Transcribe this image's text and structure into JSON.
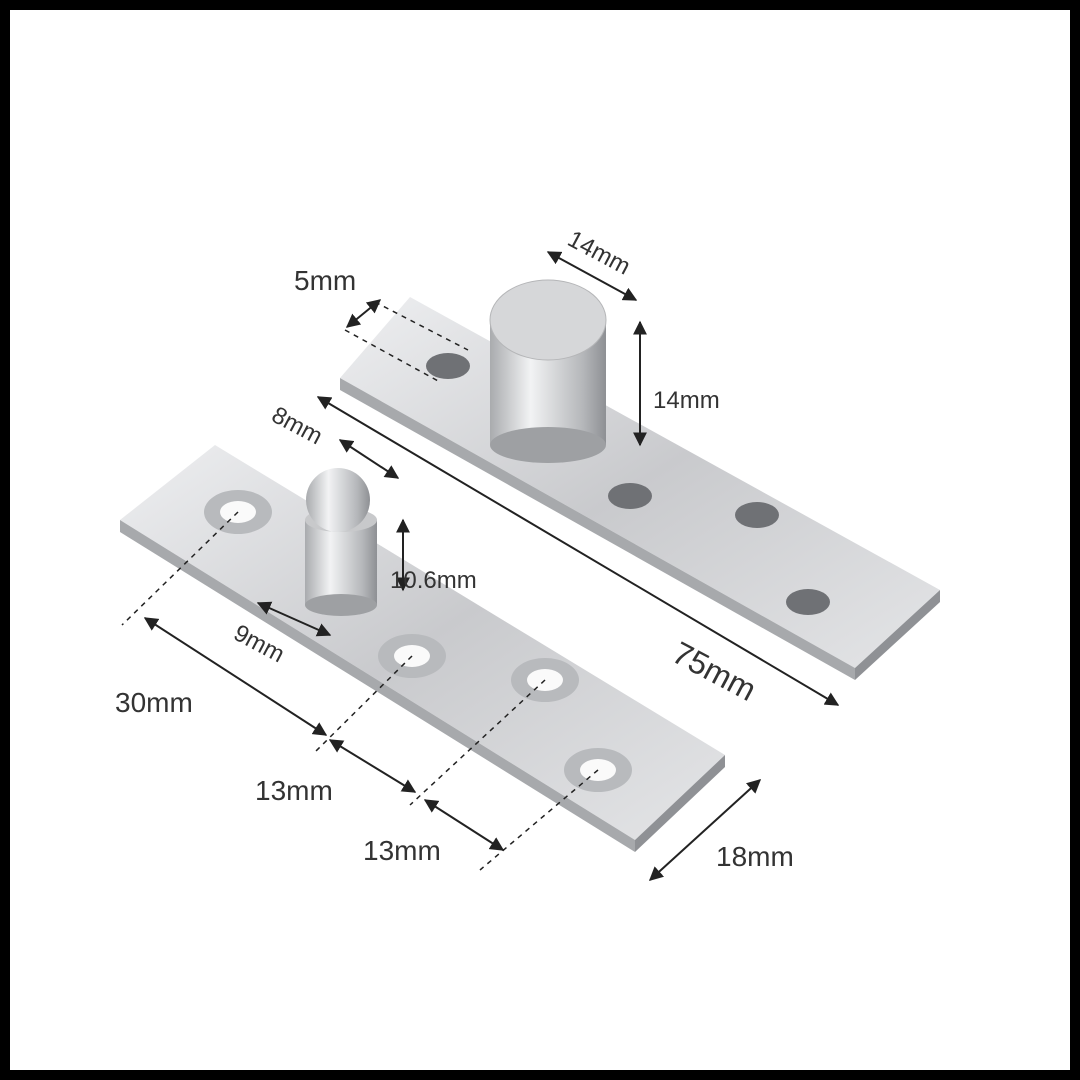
{
  "labels": {
    "pin_diameter_top": "14mm",
    "hole_diameter": "5mm",
    "pin_height_top": "14mm",
    "pin_diameter_bottom": "8mm",
    "pin_height_bottom": "10.6mm",
    "pin_offset": "9mm",
    "first_hole_offset": "30mm",
    "plate_length": "75mm",
    "hole_spacing_1": "13mm",
    "hole_spacing_2": "13mm",
    "plate_width": "18mm"
  },
  "colors": {
    "frame": "#000000",
    "background": "#ffffff",
    "metal": "#d9dadc",
    "dimension": "#222222"
  }
}
